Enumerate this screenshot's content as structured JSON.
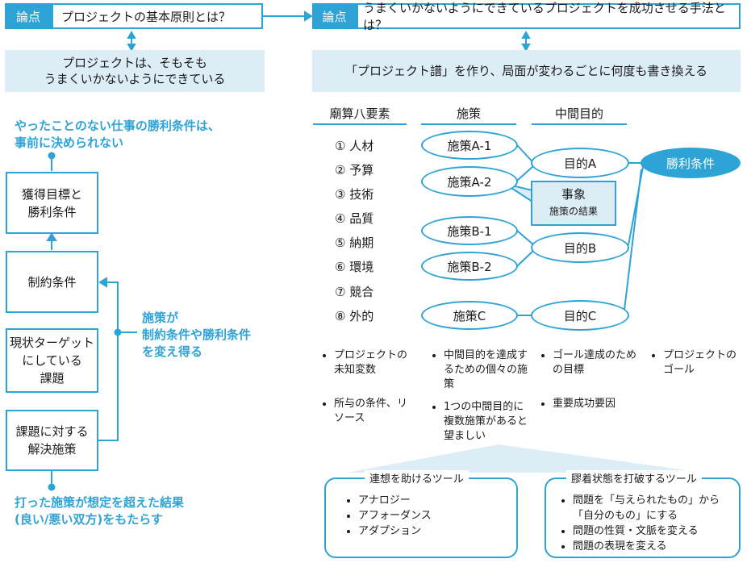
{
  "left": {
    "tag": "論点",
    "question": "プロジェクトの基本原則とは？",
    "answer_line1": "プロジェクトは、そもそも",
    "answer_line2": "うまくいかないようにできている",
    "top_note_line1": "やったことのない仕事の勝利条件は、",
    "top_note_line2": "事前に決められない",
    "box_goal_line1": "獲得目標と",
    "box_goal_line2": "勝利条件",
    "box_constraint": "制約条件",
    "box_target_line1": "現状ターゲット",
    "box_target_line2": "にしている",
    "box_target_line3": "課題",
    "box_solution_line1": "課題に対する",
    "box_solution_line2": "解決施策",
    "side_note_line1": "施策が",
    "side_note_line2": "制約条件や勝利条件",
    "side_note_line3": "を変え得る",
    "bottom_note_line1": "打った施策が想定を超えた結果",
    "bottom_note_line2": "(良い/悪い双方)をもたらす"
  },
  "right": {
    "tag": "論点",
    "question": "うまくいかないようにできているプロジェクトを成功させる手法とは？",
    "answer": "「プロジェクト譜」を作り、局面が変わるごとに何度も書き換える",
    "col_elements": "廟算八要素",
    "col_measures": "施策",
    "col_goals": "中間目的",
    "elements": [
      "① 人材",
      "② 予算",
      "③ 技術",
      "④ 品質",
      "⑤ 納期",
      "⑥ 環境",
      "⑦ 競合",
      "⑧ 外的"
    ],
    "measures": [
      "施策A-1",
      "施策A-2",
      "施策B-1",
      "施策B-2",
      "施策C"
    ],
    "goals": [
      "目的A",
      "目的B",
      "目的C"
    ],
    "victory": "勝利条件",
    "event_title": "事象",
    "event_sub": "施策の結果",
    "bullets_elements": [
      "プロジェクトの未知変数",
      "所与の条件、リソース"
    ],
    "bullets_measures": [
      "中間目的を達成するための個々の施策",
      "1つの中間目的に複数施策があると望ましい"
    ],
    "bullets_goals": [
      "ゴール達成のための目標",
      "重要成功要因"
    ],
    "bullets_victory": [
      "プロジェクトのゴール"
    ],
    "tool1_title": "連想を助けるツール",
    "tool1_items": [
      "アナロジー",
      "アフォーダンス",
      "アダプション"
    ],
    "tool2_title": "膠着状態を打破するツール",
    "tool2_items": [
      "問題を「与えられたもの」から「自分のもの」にする",
      "問題の性質・文脈を変える",
      "問題の表現を変える"
    ]
  },
  "colors": {
    "accent": "#2ea3d6",
    "panel": "#dcedf6"
  }
}
